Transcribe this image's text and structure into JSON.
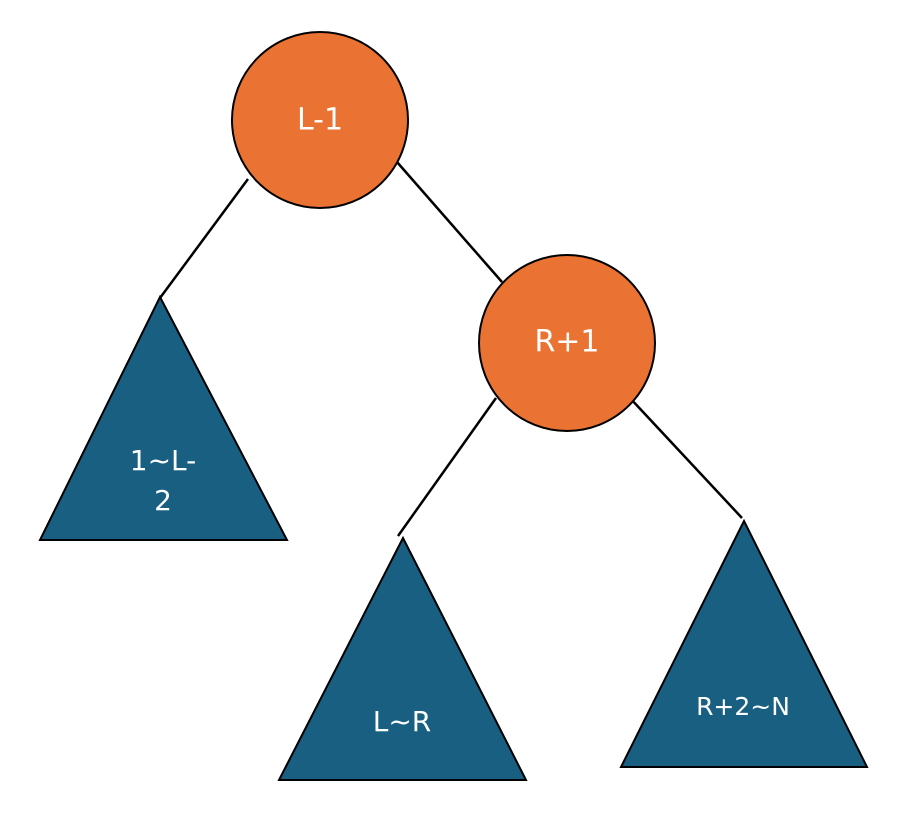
{
  "colors": {
    "node_fill": "#ea7232",
    "subtree_fill": "#185f82",
    "edge": "#000000",
    "label_text": "#ffffff"
  },
  "nodes": {
    "root": {
      "label": "L-1"
    },
    "right_child": {
      "label": "R+1"
    }
  },
  "subtrees": {
    "left": {
      "label_line1": "1~L-",
      "label_line2": "2"
    },
    "middle": {
      "label": "L~R"
    },
    "right": {
      "label": "R+2~N"
    }
  }
}
